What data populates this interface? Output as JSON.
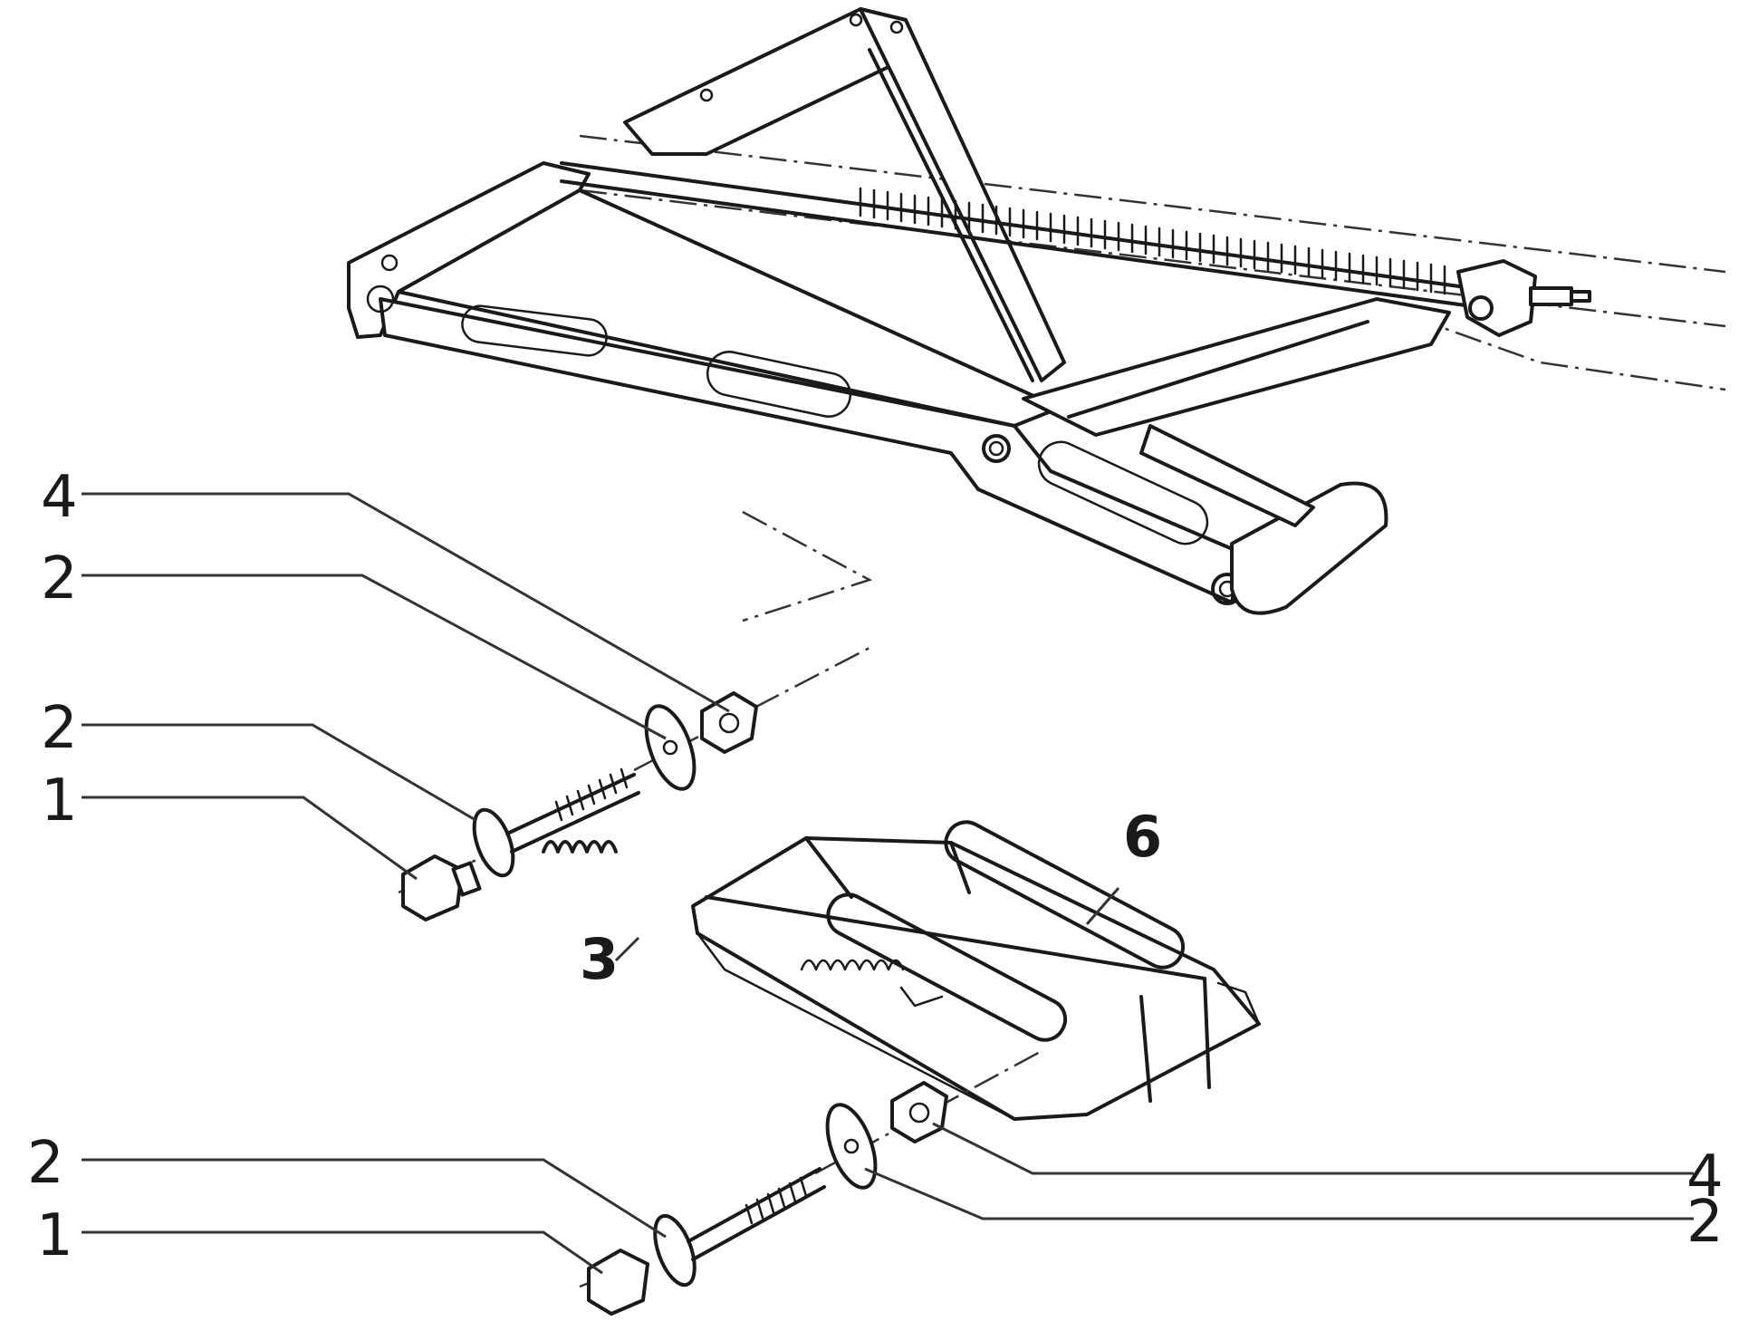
{
  "diagram": {
    "labels": [
      {
        "id": "upper-left-4",
        "text": "4"
      },
      {
        "id": "upper-left-2a",
        "text": "2"
      },
      {
        "id": "upper-left-2b",
        "text": "2"
      },
      {
        "id": "upper-left-1",
        "text": "1"
      },
      {
        "id": "spring-3",
        "text": "3"
      },
      {
        "id": "pad-6",
        "text": "6"
      },
      {
        "id": "lower-left-2",
        "text": "2"
      },
      {
        "id": "lower-left-1",
        "text": "1"
      },
      {
        "id": "lower-right-4",
        "text": "4"
      },
      {
        "id": "lower-right-2",
        "text": "2"
      }
    ]
  }
}
